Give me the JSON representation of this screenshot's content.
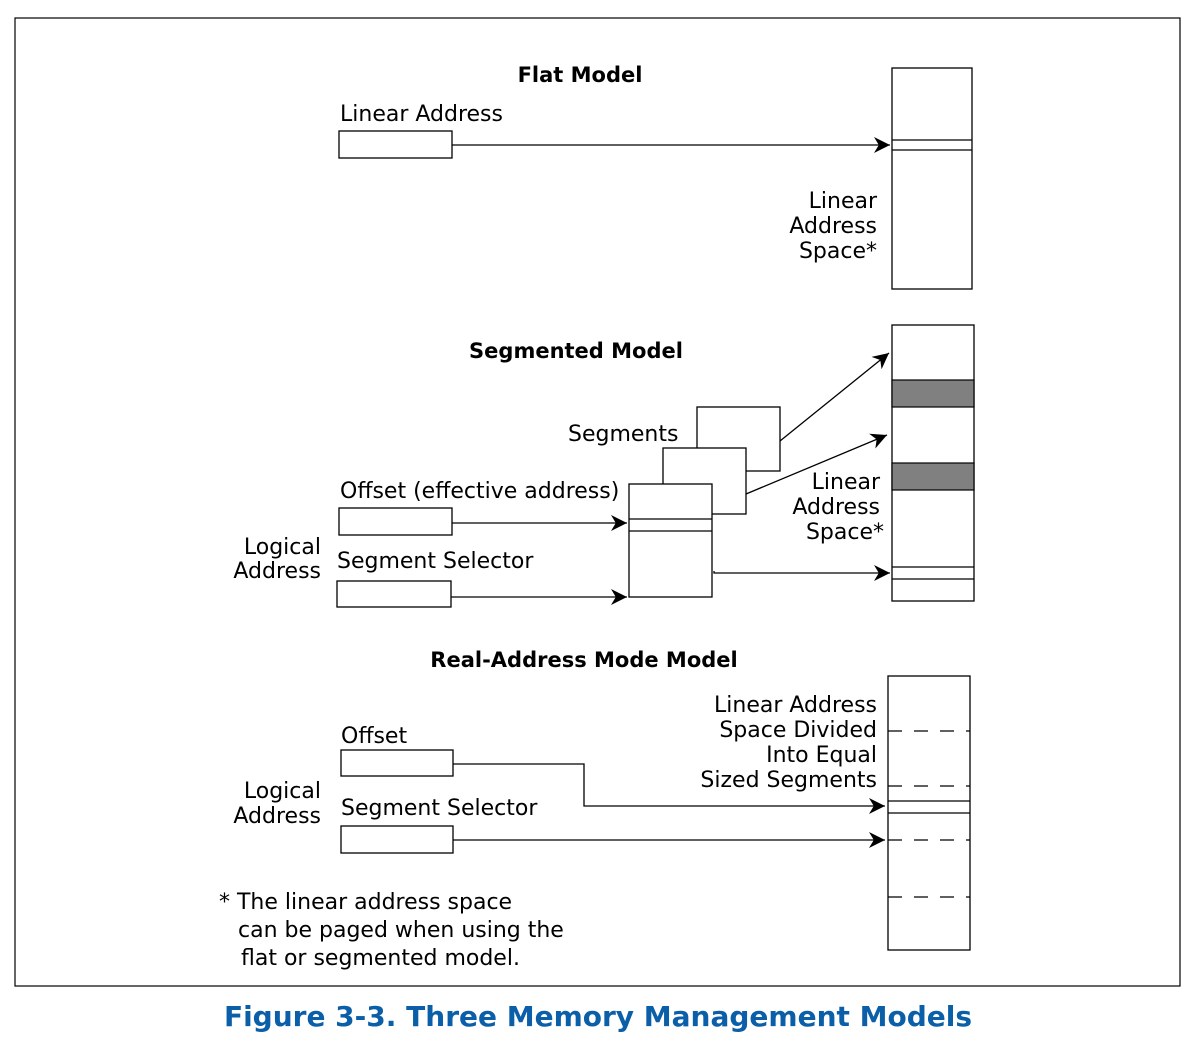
{
  "flat_model": {
    "title": "Flat Model",
    "linear_address_label": "Linear Address",
    "space_label": [
      "Linear",
      "Address",
      "Space*"
    ]
  },
  "segmented_model": {
    "title": "Segmented Model",
    "segments_label": "Segments",
    "offset_label": "Offset (effective address)",
    "selector_label": "Segment Selector",
    "logical_address_label": [
      "Logical",
      "Address"
    ],
    "space_label": [
      "Linear",
      "Address",
      "Space*"
    ]
  },
  "real_mode_model": {
    "title": "Real-Address Mode Model",
    "offset_label": "Offset",
    "selector_label": "Segment Selector",
    "logical_address_label": [
      "Logical",
      "Address"
    ],
    "space_label": [
      "Linear Address",
      "Space Divided",
      "Into Equal",
      "Sized Segments"
    ]
  },
  "footnote": [
    "* The linear address space",
    "can be paged when using the",
    "flat or segmented model."
  ],
  "caption": "Figure 3-3.  Three Memory Management Models",
  "colors": {
    "caption": "#0b5ea8",
    "shaded_segment": "#808080"
  }
}
